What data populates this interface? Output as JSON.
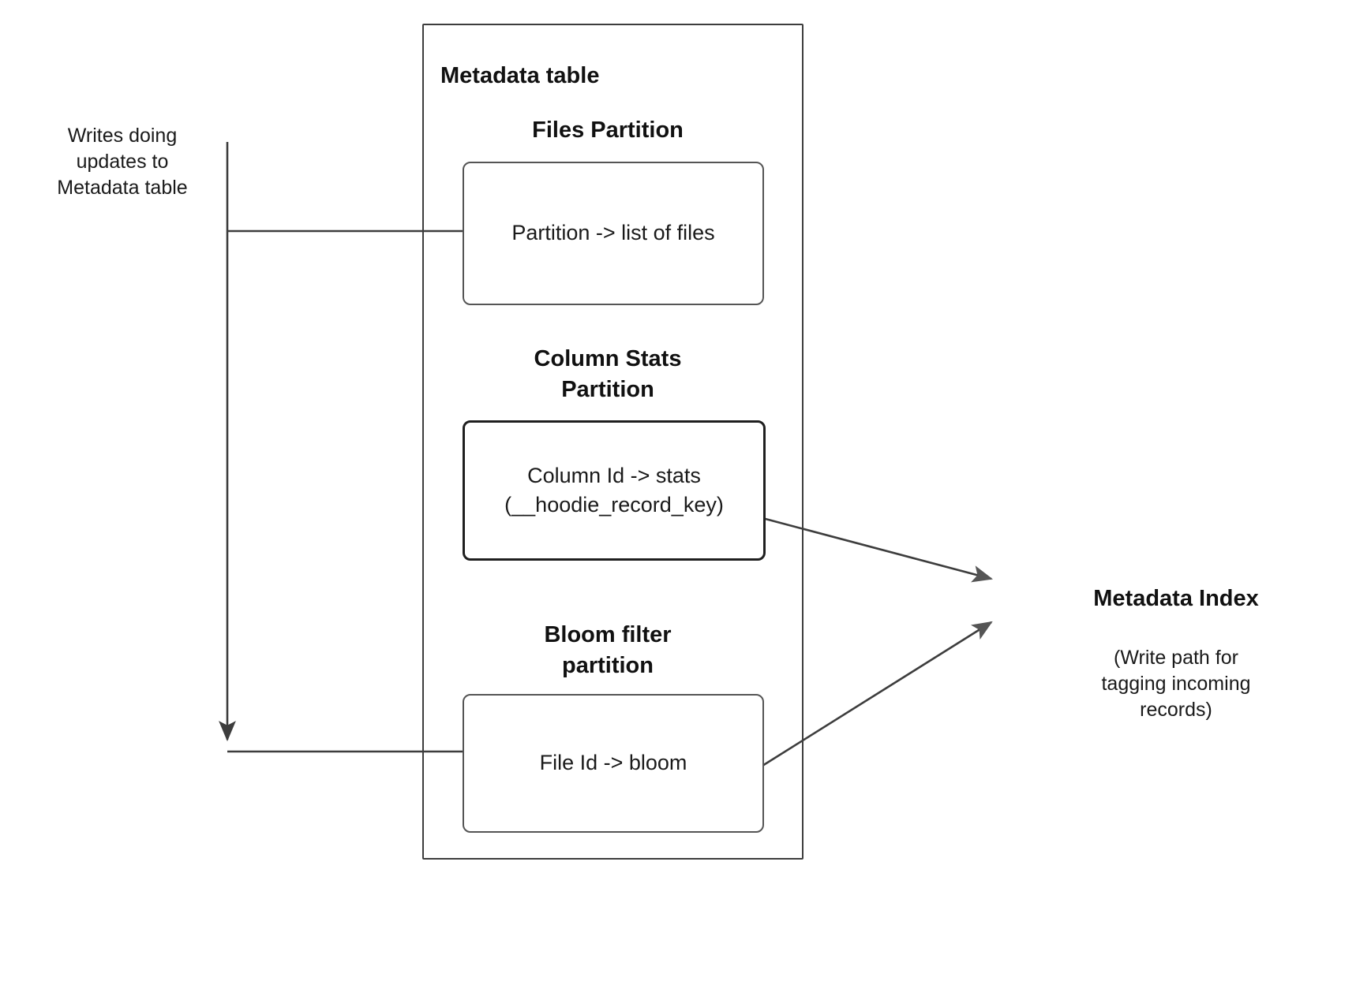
{
  "diagram": {
    "title": "Metadata table",
    "left_note": "Writes doing\nupdates to\nMetadata table",
    "container": {
      "label": "Metadata table"
    },
    "sections": [
      {
        "heading": "Files Partition",
        "box_text": "Partition -> list of files",
        "emphasis": false
      },
      {
        "heading": "Column Stats\nPartition",
        "box_text": "Column Id  -> stats\n(__hoodie_record_key)",
        "emphasis": true
      },
      {
        "heading": "Bloom filter\npartition",
        "box_text": "File Id -> bloom",
        "emphasis": false
      }
    ],
    "index": {
      "title": "Metadata Index",
      "caption": "(Write path for\ntagging incoming\nrecords)"
    },
    "colors": {
      "stroke": "#3d3d3d",
      "box_stroke": "#555555",
      "emphasis_stroke": "#1f1f1f",
      "arrow_fill": "#555555",
      "text": "#1a1a1a",
      "background": "#ffffff"
    }
  }
}
